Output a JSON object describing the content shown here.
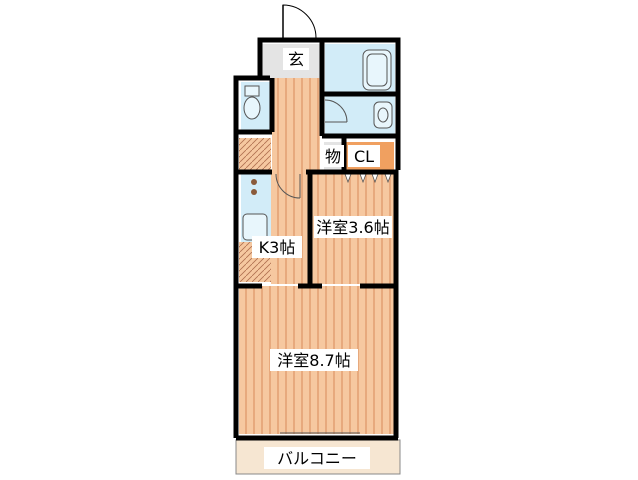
{
  "rooms": {
    "entrance": "玄",
    "kitchen": "K3帖",
    "western_room_small": "洋室3.6帖",
    "western_room_large": "洋室8.7帖",
    "storage": "物",
    "closet": "CL",
    "balcony": "バルコニー"
  },
  "colors": {
    "floor": "#f6c8a0",
    "floor_stripe": "#d88a5a",
    "wet_area": "#d2ecf8",
    "closet": "#f0a060",
    "entrance": "#e4e4e4",
    "wall": "#000000",
    "balcony": "#f6e6d2"
  }
}
